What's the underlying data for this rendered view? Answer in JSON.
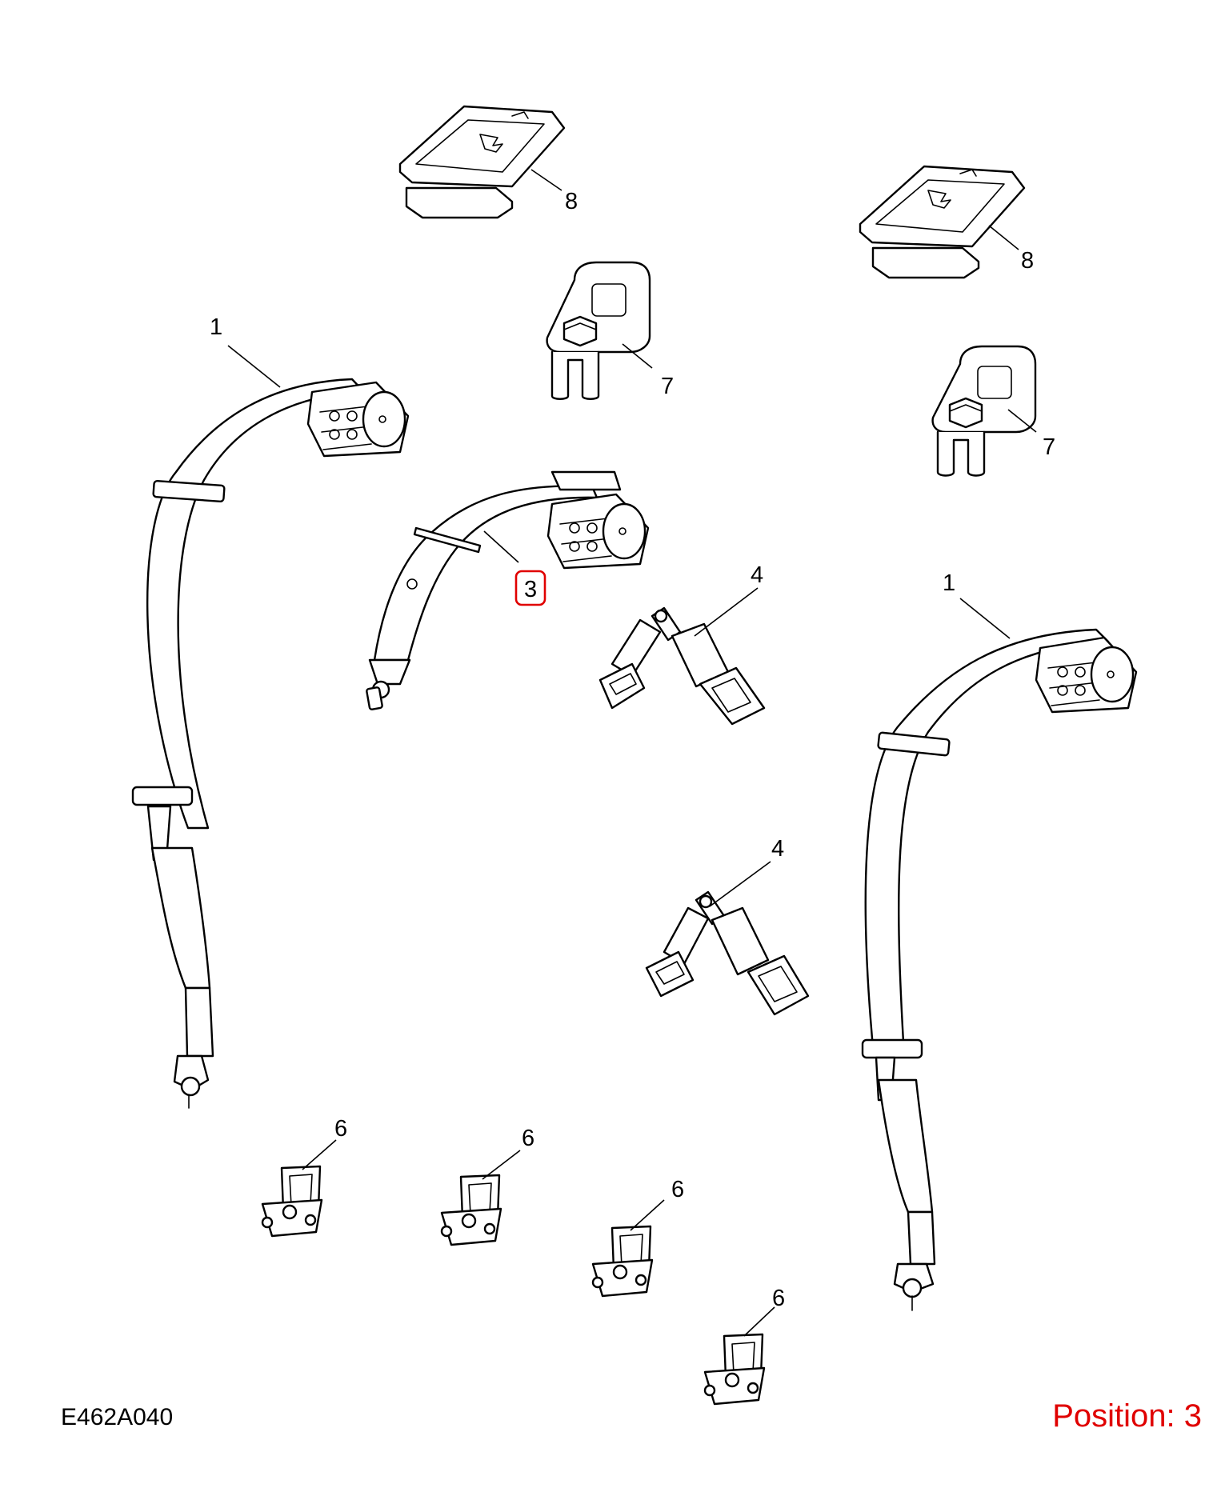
{
  "diagram": {
    "drawing_code": "E462A040",
    "position_label": "Position: 3",
    "highlighted_callout": "3",
    "accent_color": "#e00000",
    "callouts": {
      "c1_left": "1",
      "c1_right": "1",
      "c3": "3",
      "c4_top": "4",
      "c4_bottom": "4",
      "c6_a": "6",
      "c6_b": "6",
      "c6_c": "6",
      "c6_d": "6",
      "c7_left": "7",
      "c7_right": "7",
      "c8_left": "8",
      "c8_right": "8"
    }
  }
}
